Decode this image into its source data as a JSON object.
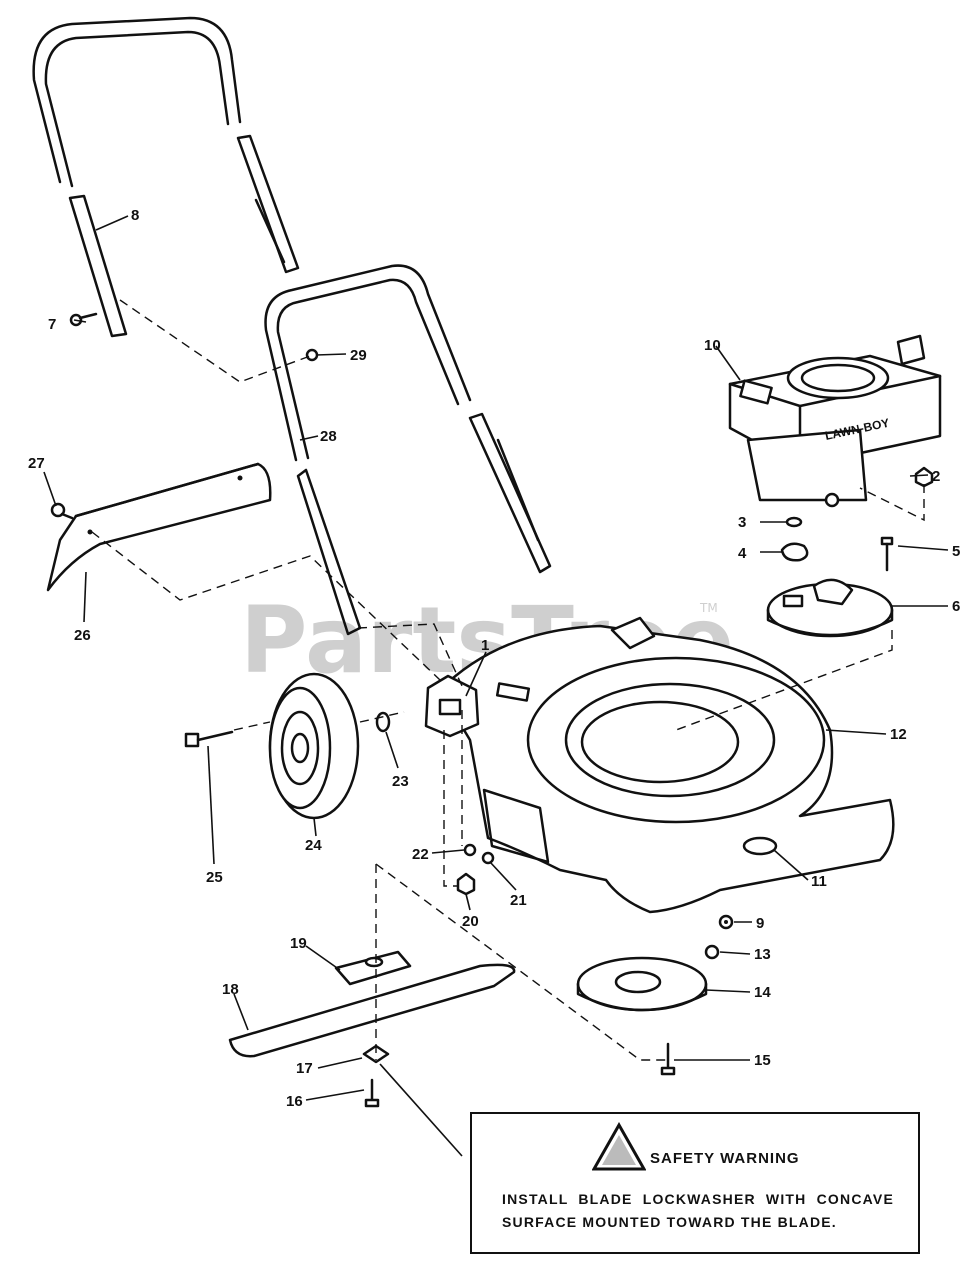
{
  "watermark": {
    "text": "PartsTree",
    "tm": "TM"
  },
  "engine_brand": "LAWN-BOY",
  "callouts": [
    "1",
    "2",
    "3",
    "4",
    "5",
    "6",
    "7",
    "8",
    "9",
    "10",
    "11",
    "12",
    "13",
    "14",
    "15",
    "16",
    "17",
    "18",
    "19",
    "20",
    "21",
    "22",
    "23",
    "24",
    "25",
    "26",
    "27",
    "28",
    "29"
  ],
  "warning": {
    "title": "SAFETY WARNING",
    "body": "INSTALL BLADE LOCKWASHER WITH CONCAVE SURFACE MOUNTED TOWARD THE BLADE."
  }
}
